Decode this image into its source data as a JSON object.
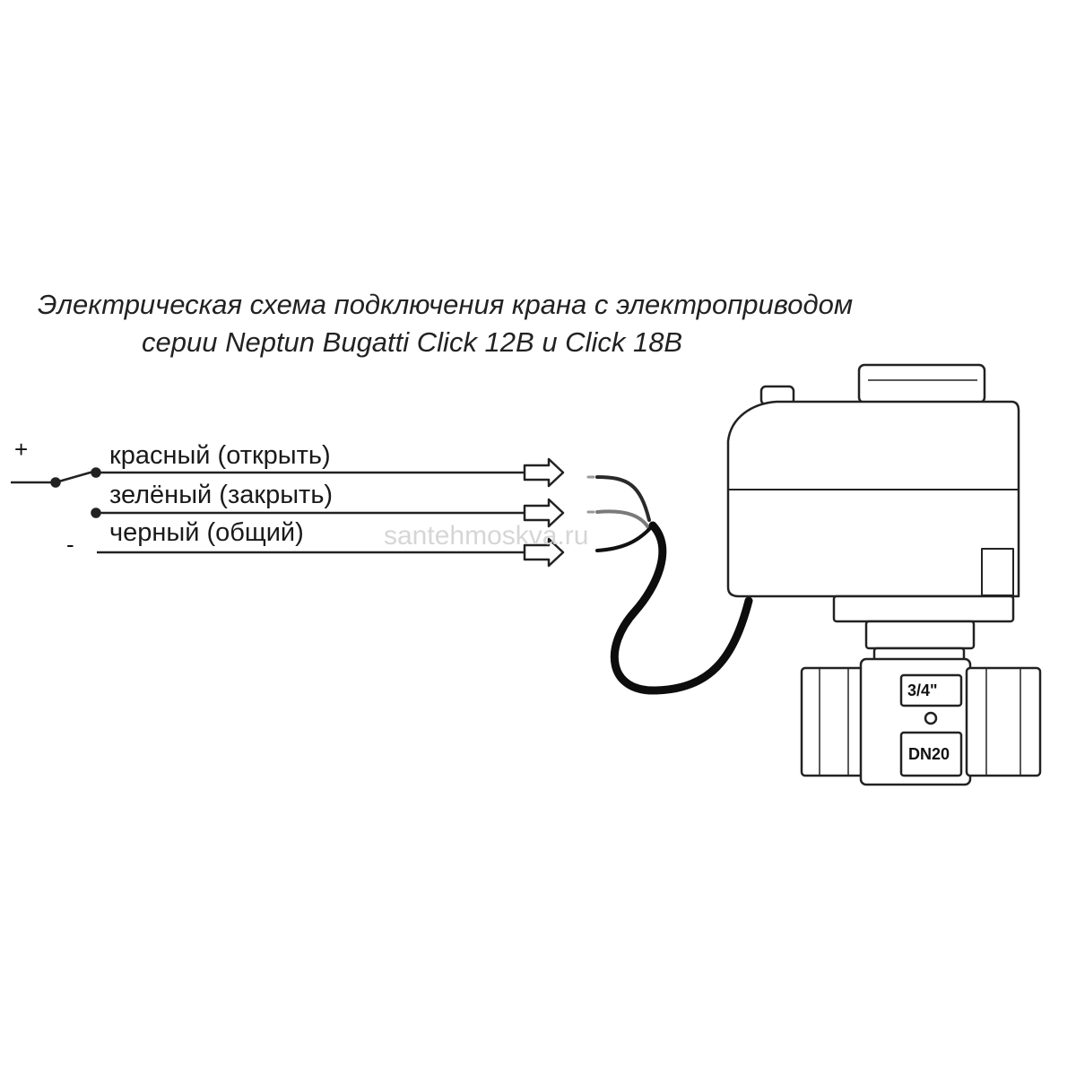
{
  "title": {
    "line1": "Электрическая схема подключения крана с электроприводом",
    "line2": "серии Neptun Bugatti Click 12В и Click 18В"
  },
  "wires": [
    {
      "label": "красный (открыть)",
      "color": "#222222"
    },
    {
      "label": "зелёный (закрыть)",
      "color": "#666666"
    },
    {
      "label": "черный (общий)",
      "color": "#111111"
    }
  ],
  "signs": {
    "plus": "+",
    "minus": "-"
  },
  "valve": {
    "size_label": "3/4\"",
    "dn_label": "DN20"
  },
  "watermark": "santehmoskva.ru",
  "colors": {
    "line": "#222222",
    "watermark": "#d6d6d6",
    "cable": "#0d0d0d"
  }
}
